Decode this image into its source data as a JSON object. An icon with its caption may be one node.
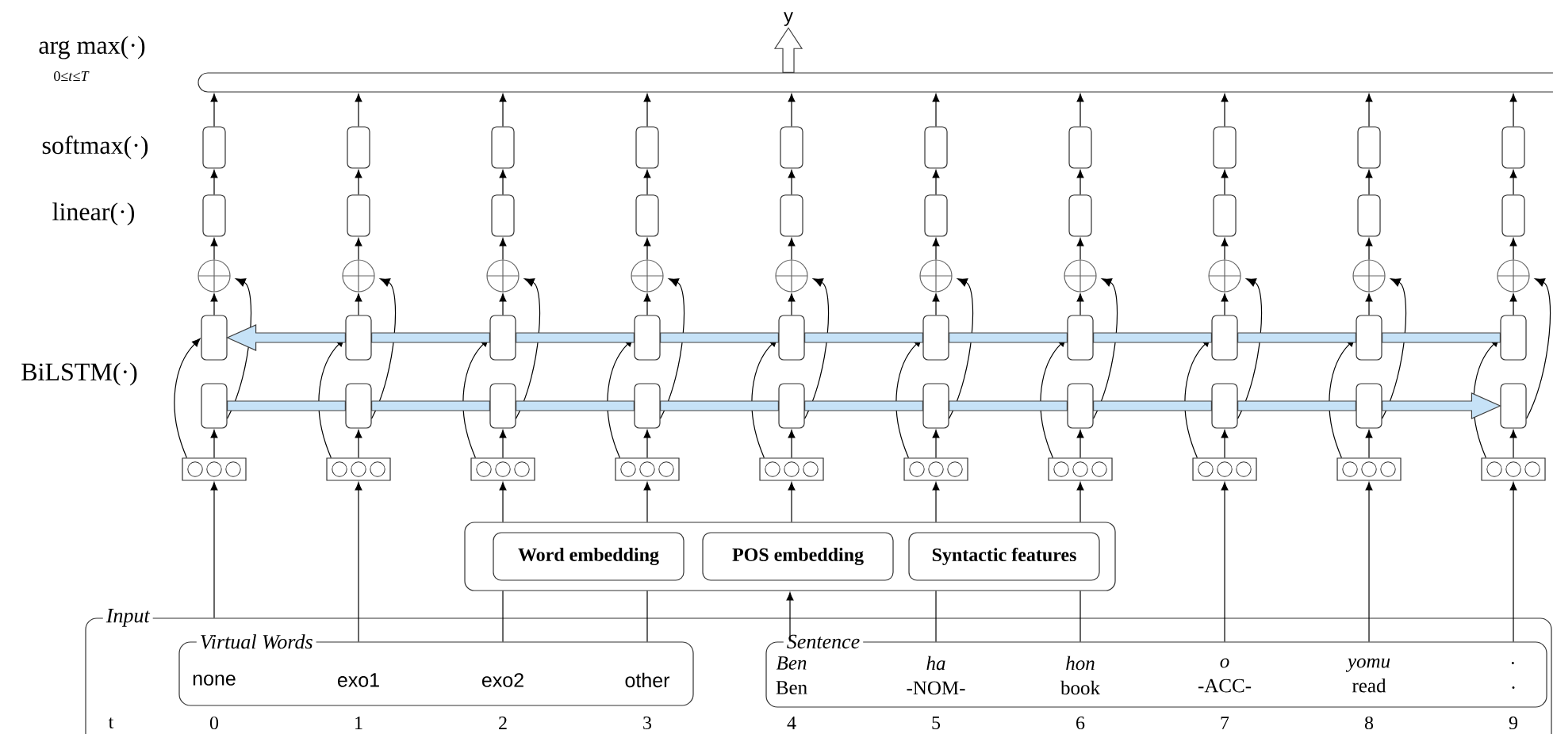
{
  "diagram": {
    "nodes": [
      {
        "text": [
          "y"
        ]
      },
      {
        "text": [],
        "shape": "bar"
      },
      {
        "text": [],
        "shape": "box"
      },
      {
        "text": [],
        "shape": "box"
      },
      {
        "text": [],
        "shape": "box"
      },
      {
        "text": [],
        "shape": "box"
      },
      {
        "text": [],
        "shape": "box"
      },
      {
        "text": [],
        "shape": "box"
      },
      {
        "text": [],
        "shape": "box"
      },
      {
        "text": [],
        "shape": "box"
      },
      {
        "text": [],
        "shape": "box"
      },
      {
        "text": [],
        "shape": "box"
      },
      {
        "text": [],
        "shape": "box"
      },
      {
        "text": [],
        "shape": "box"
      },
      {
        "text": [],
        "shape": "box"
      },
      {
        "text": [],
        "shape": "box"
      },
      {
        "text": [],
        "shape": "box"
      },
      {
        "text": [],
        "shape": "box"
      },
      {
        "text": [],
        "shape": "box"
      },
      {
        "text": [],
        "shape": "box"
      },
      {
        "text": [],
        "shape": "box"
      },
      {
        "text": [],
        "shape": "box"
      },
      {
        "text": [],
        "shape": "circle"
      },
      {
        "text": [],
        "shape": "circle"
      },
      {
        "text": [],
        "shape": "circle"
      },
      {
        "text": [],
        "shape": "circle"
      },
      {
        "text": [],
        "shape": "circle"
      },
      {
        "text": [],
        "shape": "circle"
      },
      {
        "text": [],
        "shape": "circle"
      },
      {
        "text": [],
        "shape": "circle"
      },
      {
        "text": [],
        "shape": "circle"
      },
      {
        "text": [],
        "shape": "circle"
      },
      {
        "text": [],
        "shape": "box"
      },
      {
        "text": [],
        "shape": "box"
      },
      {
        "text": [],
        "shape": "box"
      },
      {
        "text": [],
        "shape": "box"
      },
      {
        "text": [],
        "shape": "box"
      },
      {
        "text": [],
        "shape": "box"
      },
      {
        "text": [],
        "shape": "box"
      },
      {
        "text": [],
        "shape": "box"
      },
      {
        "text": [],
        "shape": "box"
      },
      {
        "text": [],
        "shape": "box"
      },
      {
        "text": [],
        "shape": "box"
      },
      {
        "text": [],
        "shape": "box"
      },
      {
        "text": [],
        "shape": "box"
      },
      {
        "text": [],
        "shape": "box"
      },
      {
        "text": [],
        "shape": "box"
      },
      {
        "text": [],
        "shape": "box"
      },
      {
        "text": [],
        "shape": "box"
      },
      {
        "text": [],
        "shape": "box"
      },
      {
        "text": [],
        "shape": "box"
      },
      {
        "text": [],
        "shape": "box"
      },
      {
        "text": [],
        "shape": "box"
      },
      {
        "text": [],
        "shape": "box"
      },
      {
        "text": [],
        "shape": "box"
      },
      {
        "text": [],
        "shape": "box"
      },
      {
        "text": [],
        "shape": "box"
      },
      {
        "text": [],
        "shape": "box"
      },
      {
        "text": [],
        "shape": "box"
      },
      {
        "text": [],
        "shape": "box"
      },
      {
        "text": [],
        "shape": "box"
      },
      {
        "text": [],
        "shape": "box"
      },
      {
        "text": [],
        "shape": "box"
      },
      {
        "text": [
          "Word embedding"
        ],
        "in": 62
      },
      {
        "text": [
          "POS embedding"
        ],
        "in": 62
      },
      {
        "text": [
          "Syntactic features"
        ],
        "in": 62
      },
      {
        "text": [
          "Input"
        ]
      },
      {
        "text": [
          "Virtual Words"
        ],
        "in": 66
      },
      {
        "text": [
          "none"
        ],
        "in": 67
      },
      {
        "text": [
          "exo1"
        ],
        "in": 67
      },
      {
        "text": [
          "exo2"
        ],
        "in": 67
      },
      {
        "text": [
          "other"
        ],
        "in": 67
      },
      {
        "text": [
          "Sentence"
        ],
        "in": 66
      },
      {
        "text": [
          "Ben",
          "Ben"
        ],
        "in": 72
      },
      {
        "text": [
          "ha",
          "-NOM-"
        ],
        "in": 72
      },
      {
        "text": [
          "hon",
          "book"
        ],
        "in": 72
      },
      {
        "text": [
          "o",
          "-ACC-"
        ],
        "in": 72
      },
      {
        "text": [
          "yomu",
          "read"
        ],
        "in": 72
      },
      {
        "text": [
          ".",
          "."
        ],
        "in": 72
      }
    ],
    "edges": [
      {
        "from": 52,
        "to": 42,
        "arrow": "to"
      },
      {
        "from": 52,
        "to": 32,
        "arrow": "to"
      },
      {
        "from": 42,
        "to": 22,
        "arrow": "to"
      },
      {
        "from": 32,
        "to": 22,
        "arrow": "to"
      },
      {
        "from": 22,
        "to": 12,
        "arrow": "to"
      },
      {
        "from": 12,
        "to": 2,
        "arrow": "to"
      },
      {
        "from": 2,
        "to": 1,
        "arrow": "to"
      },
      {
        "from": 53,
        "to": 43,
        "arrow": "to"
      },
      {
        "from": 53,
        "to": 33,
        "arrow": "to"
      },
      {
        "from": 43,
        "to": 23,
        "arrow": "to"
      },
      {
        "from": 33,
        "to": 23,
        "arrow": "to"
      },
      {
        "from": 23,
        "to": 13,
        "arrow": "to"
      },
      {
        "from": 13,
        "to": 3,
        "arrow": "to"
      },
      {
        "from": 3,
        "to": 1,
        "arrow": "to"
      },
      {
        "from": 54,
        "to": 44,
        "arrow": "to"
      },
      {
        "from": 54,
        "to": 34,
        "arrow": "to"
      },
      {
        "from": 44,
        "to": 24,
        "arrow": "to"
      },
      {
        "from": 34,
        "to": 24,
        "arrow": "to"
      },
      {
        "from": 24,
        "to": 14,
        "arrow": "to"
      },
      {
        "from": 14,
        "to": 4,
        "arrow": "to"
      },
      {
        "from": 4,
        "to": 1,
        "arrow": "to"
      },
      {
        "from": 55,
        "to": 45,
        "arrow": "to"
      },
      {
        "from": 55,
        "to": 35,
        "arrow": "to"
      },
      {
        "from": 45,
        "to": 25,
        "arrow": "to"
      },
      {
        "from": 35,
        "to": 25,
        "arrow": "to"
      },
      {
        "from": 25,
        "to": 15,
        "arrow": "to"
      },
      {
        "from": 15,
        "to": 5,
        "arrow": "to"
      },
      {
        "from": 5,
        "to": 1,
        "arrow": "to"
      },
      {
        "from": 56,
        "to": 46,
        "arrow": "to"
      },
      {
        "from": 56,
        "to": 36,
        "arrow": "to"
      },
      {
        "from": 46,
        "to": 26,
        "arrow": "to"
      },
      {
        "from": 36,
        "to": 26,
        "arrow": "to"
      },
      {
        "from": 26,
        "to": 16,
        "arrow": "to"
      },
      {
        "from": 16,
        "to": 6,
        "arrow": "to"
      },
      {
        "from": 6,
        "to": 1,
        "arrow": "to"
      },
      {
        "from": 57,
        "to": 47,
        "arrow": "to"
      },
      {
        "from": 57,
        "to": 37,
        "arrow": "to"
      },
      {
        "from": 47,
        "to": 27,
        "arrow": "to"
      },
      {
        "from": 37,
        "to": 27,
        "arrow": "to"
      },
      {
        "from": 27,
        "to": 17,
        "arrow": "to"
      },
      {
        "from": 17,
        "to": 7,
        "arrow": "to"
      },
      {
        "from": 7,
        "to": 1,
        "arrow": "to"
      },
      {
        "from": 58,
        "to": 48,
        "arrow": "to"
      },
      {
        "from": 58,
        "to": 38,
        "arrow": "to"
      },
      {
        "from": 48,
        "to": 28,
        "arrow": "to"
      },
      {
        "from": 38,
        "to": 28,
        "arrow": "to"
      },
      {
        "from": 28,
        "to": 18,
        "arrow": "to"
      },
      {
        "from": 18,
        "to": 8,
        "arrow": "to"
      },
      {
        "from": 8,
        "to": 1,
        "arrow": "to"
      },
      {
        "from": 59,
        "to": 49,
        "arrow": "to"
      },
      {
        "from": 59,
        "to": 39,
        "arrow": "to"
      },
      {
        "from": 49,
        "to": 29,
        "arrow": "to"
      },
      {
        "from": 39,
        "to": 29,
        "arrow": "to"
      },
      {
        "from": 29,
        "to": 19,
        "arrow": "to"
      },
      {
        "from": 19,
        "to": 9,
        "arrow": "to"
      },
      {
        "from": 9,
        "to": 1,
        "arrow": "to"
      },
      {
        "from": 60,
        "to": 50,
        "arrow": "to"
      },
      {
        "from": 60,
        "to": 40,
        "arrow": "to"
      },
      {
        "from": 50,
        "to": 30,
        "arrow": "to"
      },
      {
        "from": 40,
        "to": 30,
        "arrow": "to"
      },
      {
        "from": 30,
        "to": 20,
        "arrow": "to"
      },
      {
        "from": 20,
        "to": 10,
        "arrow": "to"
      },
      {
        "from": 10,
        "to": 1,
        "arrow": "to"
      },
      {
        "from": 61,
        "to": 51,
        "arrow": "to"
      },
      {
        "from": 61,
        "to": 41,
        "arrow": "to"
      },
      {
        "from": 51,
        "to": 31,
        "arrow": "to"
      },
      {
        "from": 41,
        "to": 31,
        "arrow": "to"
      },
      {
        "from": 31,
        "to": 21,
        "arrow": "to"
      },
      {
        "from": 21,
        "to": 11,
        "arrow": "to"
      },
      {
        "from": 11,
        "to": 1,
        "arrow": "to"
      },
      {
        "from": 42,
        "to": 43,
        "arrow": "none",
        "style": "thick",
        "color": "#c6e2f7"
      },
      {
        "from": 43,
        "to": 44,
        "arrow": "none",
        "style": "thick",
        "color": "#c6e2f7"
      },
      {
        "from": 44,
        "to": 45,
        "arrow": "none",
        "style": "thick",
        "color": "#c6e2f7"
      },
      {
        "from": 45,
        "to": 46,
        "arrow": "none",
        "style": "thick",
        "color": "#c6e2f7"
      },
      {
        "from": 46,
        "to": 47,
        "arrow": "none",
        "style": "thick",
        "color": "#c6e2f7"
      },
      {
        "from": 47,
        "to": 48,
        "arrow": "none",
        "style": "thick",
        "color": "#c6e2f7"
      },
      {
        "from": 48,
        "to": 49,
        "arrow": "none",
        "style": "thick",
        "color": "#c6e2f7"
      },
      {
        "from": 49,
        "to": 50,
        "arrow": "none",
        "style": "thick",
        "color": "#c6e2f7"
      },
      {
        "from": 50,
        "to": 51,
        "arrow": "to",
        "style": "thick",
        "color": "#c6e2f7"
      },
      {
        "from": 41,
        "to": 40,
        "arrow": "none",
        "style": "thick",
        "color": "#c6e2f7"
      },
      {
        "from": 40,
        "to": 39,
        "arrow": "none",
        "style": "thick",
        "color": "#c6e2f7"
      },
      {
        "from": 39,
        "to": 38,
        "arrow": "none",
        "style": "thick",
        "color": "#c6e2f7"
      },
      {
        "from": 38,
        "to": 37,
        "arrow": "none",
        "style": "thick",
        "color": "#c6e2f7"
      },
      {
        "from": 37,
        "to": 36,
        "arrow": "none",
        "style": "thick",
        "color": "#c6e2f7"
      },
      {
        "from": 36,
        "to": 35,
        "arrow": "none",
        "style": "thick",
        "color": "#c6e2f7"
      },
      {
        "from": 35,
        "to": 34,
        "arrow": "none",
        "style": "thick",
        "color": "#c6e2f7"
      },
      {
        "from": 34,
        "to": 33,
        "arrow": "none",
        "style": "thick",
        "color": "#c6e2f7"
      },
      {
        "from": 33,
        "to": 32,
        "arrow": "to",
        "style": "thick",
        "color": "#c6e2f7"
      },
      {
        "from": 1,
        "to": 0,
        "arrow": "to",
        "style": "thick"
      },
      {
        "from": 68,
        "to": 52,
        "arrow": "to"
      },
      {
        "from": 69,
        "to": 53,
        "arrow": "to"
      },
      {
        "from": 76,
        "to": 59,
        "arrow": "to"
      },
      {
        "from": 77,
        "to": 60,
        "arrow": "to"
      },
      {
        "from": 78,
        "to": 61,
        "arrow": "to"
      },
      {
        "from": 70,
        "to": 62,
        "arrow": "none"
      },
      {
        "from": 71,
        "to": 62,
        "arrow": "none"
      },
      {
        "from": 74,
        "to": 62,
        "arrow": "none"
      },
      {
        "from": 75,
        "to": 62,
        "arrow": "none"
      },
      {
        "from": 62,
        "to": 54,
        "arrow": "to"
      },
      {
        "from": 62,
        "to": 55,
        "arrow": "to"
      },
      {
        "from": 62,
        "to": 56,
        "arrow": "to"
      },
      {
        "from": 62,
        "to": 57,
        "arrow": "to"
      },
      {
        "from": 62,
        "to": 58,
        "arrow": "to"
      },
      {
        "from": 72,
        "to": 62,
        "arrow": "to"
      }
    ],
    "labels": [
      "arg max(·)",
      "0≤*t*≤*T*",
      "softmax(·)",
      "linear(·)",
      "BiLSTM(·)",
      "t",
      "0",
      "1",
      "2",
      "3",
      "4",
      "5",
      "6",
      "7",
      "8",
      "9"
    ]
  }
}
